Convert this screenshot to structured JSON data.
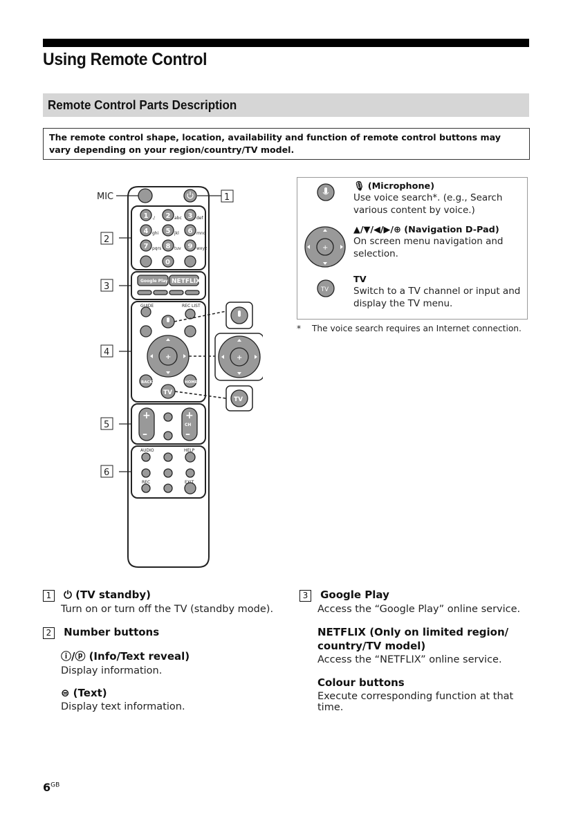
{
  "header": {
    "title": "Using Remote Control",
    "section_title": "Remote Control Parts Description"
  },
  "note": "The remote control shape, location, availability and function of remote control buttons may vary depending on your region/country/TV model.",
  "diagram": {
    "mic_label": "MIC",
    "callouts": [
      "1",
      "2",
      "3",
      "4",
      "5",
      "6"
    ],
    "keypad": [
      {
        "num": "1",
        "sub": "./"
      },
      {
        "num": "2",
        "sub": "abc"
      },
      {
        "num": "3",
        "sub": "def"
      },
      {
        "num": "4",
        "sub": "ghi"
      },
      {
        "num": "5",
        "sub": "jkl"
      },
      {
        "num": "6",
        "sub": "mno"
      },
      {
        "num": "7",
        "sub": "pqrs"
      },
      {
        "num": "8",
        "sub": "tuv"
      },
      {
        "num": "9",
        "sub": "wxyz"
      },
      {
        "num": "0",
        "sub": "—"
      }
    ],
    "google_play": "Google Play",
    "netflix": "NETFLIX",
    "guide": "GUIDE",
    "rec_list": "REC LIST",
    "back": "BACK",
    "home": "HOME",
    "tv": "TV",
    "ch": "CH",
    "audio": "AUDIO",
    "help": "HELP",
    "rec": "REC",
    "exit": "EXIT"
  },
  "legend": {
    "microphone_title": "(Microphone)",
    "microphone_desc": "Use voice search*. (e.g., Search various content by voice.)",
    "dpad_symbols": "▲/▼/◀/▶/",
    "dpad_title": "(Navigation D-Pad)",
    "dpad_desc": "On screen menu navigation and selection.",
    "tv_title": "TV",
    "tv_desc": "Switch to a TV channel or input and display the TV menu.",
    "tv_icon": "TV"
  },
  "footnote": {
    "mark": "*",
    "text": "The voice search requires an Internet connection."
  },
  "items": {
    "n1": "1",
    "n1_title": "(TV standby)",
    "n1_desc": "Turn on or turn off the TV (standby mode).",
    "n2": "2",
    "n2_title": "Number buttons",
    "info_title": "(Info/Text reveal)",
    "info_desc": "Display information.",
    "text_title": "(Text)",
    "text_desc": "Display text information.",
    "n3": "3",
    "gp_title": "Google Play",
    "gp_desc": "Access the “Google Play” online service.",
    "nf_title": "NETFLIX (Only on limited region/ country/TV model)",
    "nf_desc": "Access the “NETFLIX” online service.",
    "colour_title": "Colour buttons",
    "colour_desc": "Execute corresponding function at that time."
  },
  "page": {
    "number": "6",
    "suffix": "GB"
  }
}
